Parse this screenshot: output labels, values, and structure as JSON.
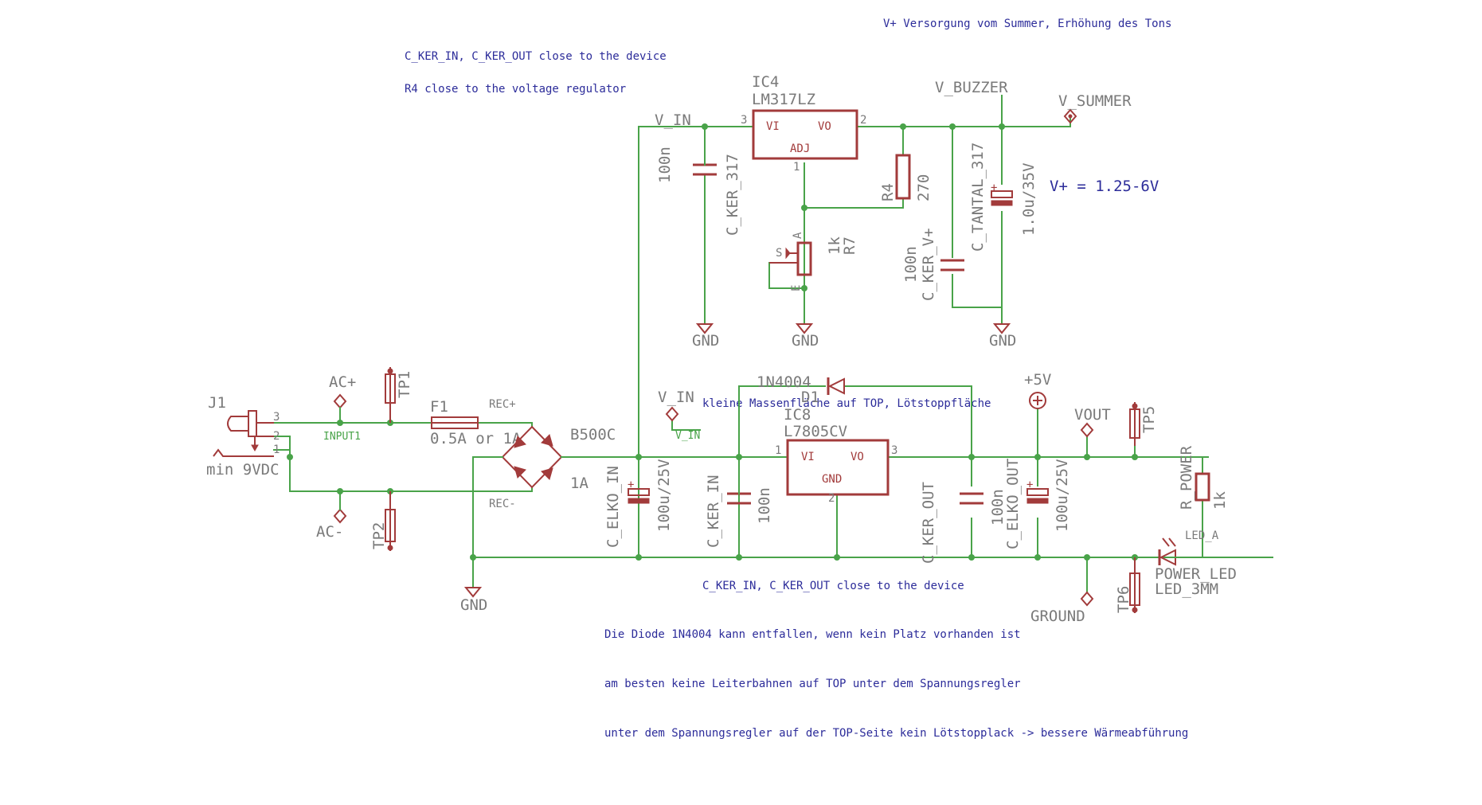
{
  "notes": {
    "v_plus_supply": "V+ Versorgung vom Summer, Erhöhung des Tons",
    "ker_close_top": "C_KER_IN, C_KER_OUT close to the device",
    "r4_close": "R4 close to the voltage regulator",
    "v_plus_range": "V+ = 1.25-6V",
    "ground_area": "kleine Massenfläche auf TOP, Lötstoppfläche",
    "ker_close_bottom": "C_KER_IN, C_KER_OUT close to the device",
    "diode_optional": "Die Diode 1N4004 kann entfallen, wenn kein Platz vorhanden ist",
    "no_traces": "am besten keine Leiterbahnen auf TOP unter dem Spannungsregler",
    "no_solder_mask": "unter dem Spannungsregler auf der TOP-Seite kein Lötstopplack -> bessere Wärmeabführung"
  },
  "parts": {
    "ic4": {
      "name": "IC4",
      "value": "LM317LZ",
      "vi": "VI",
      "vo": "VO",
      "adj": "ADJ",
      "pin_in": "3",
      "pin_out": "2",
      "pin_adj": "1"
    },
    "ic8": {
      "name": "IC8",
      "value": "L7805CV",
      "vi": "VI",
      "vo": "VO",
      "gnd": "GND",
      "pin_in": "1",
      "pin_out": "3",
      "pin_gnd": "2"
    },
    "c_ker_317": {
      "name": "C_KER_317",
      "value": "100n"
    },
    "r4": {
      "name": "R4",
      "value": "270"
    },
    "r7": {
      "name": "R7",
      "value": "1k",
      "pin_a": "A",
      "pin_s": "S",
      "pin_e": "E"
    },
    "c_ker_vplus": {
      "name": "C_KER_V+",
      "value": "100n"
    },
    "c_tantal": {
      "name": "C_TANTAL_317",
      "value": "1.0u/35V"
    },
    "j1": {
      "name": "J1",
      "value": "min 9VDC",
      "pin1": "1",
      "pin2": "2",
      "pin3": "3"
    },
    "tp1": {
      "name": "TP1"
    },
    "tp2": {
      "name": "TP2"
    },
    "tp5": {
      "name": "TP5"
    },
    "tp6": {
      "name": "TP6"
    },
    "f1": {
      "name": "F1",
      "value": "0.5A or 1A"
    },
    "b500c": {
      "name": "B500C",
      "value": "1A"
    },
    "diode": {
      "name": "1N4004",
      "ref": "D1"
    },
    "c_elko_in": {
      "name": "C_ELKO_IN",
      "value": "100u/25V"
    },
    "c_ker_in": {
      "name": "C_KER_IN",
      "value": "100n"
    },
    "c_ker_out": {
      "name": "C_KER_OUT",
      "value": "100n"
    },
    "c_elko_out": {
      "name": "C_ELKO_OUT",
      "value": "100u/25V"
    },
    "r_power": {
      "name": "R_POWER",
      "value": "1k"
    },
    "led": {
      "name": "POWER_LED",
      "value": "LED_3MM",
      "pin": "LED_A"
    },
    "polarity": "+"
  },
  "nets": {
    "v_in_top": "V_IN",
    "v_in_mid": "V_IN",
    "v_in_wire": "V_IN",
    "v_buzzer": "V_BUZZER",
    "v_summer": "V_SUMMER",
    "ac_plus": "AC+",
    "ac_minus": "AC-",
    "input1": "INPUT1",
    "rec_plus": "REC+",
    "rec_minus": "REC-",
    "plus5v": "+5V",
    "vout": "VOUT",
    "ground": "GROUND",
    "gnd": "GND"
  },
  "colors": {
    "wire": "#49a349",
    "symbol": "#a23b3b",
    "label": "#7a7a7a",
    "note": "#2c2c9a",
    "background": "#ffffff"
  }
}
